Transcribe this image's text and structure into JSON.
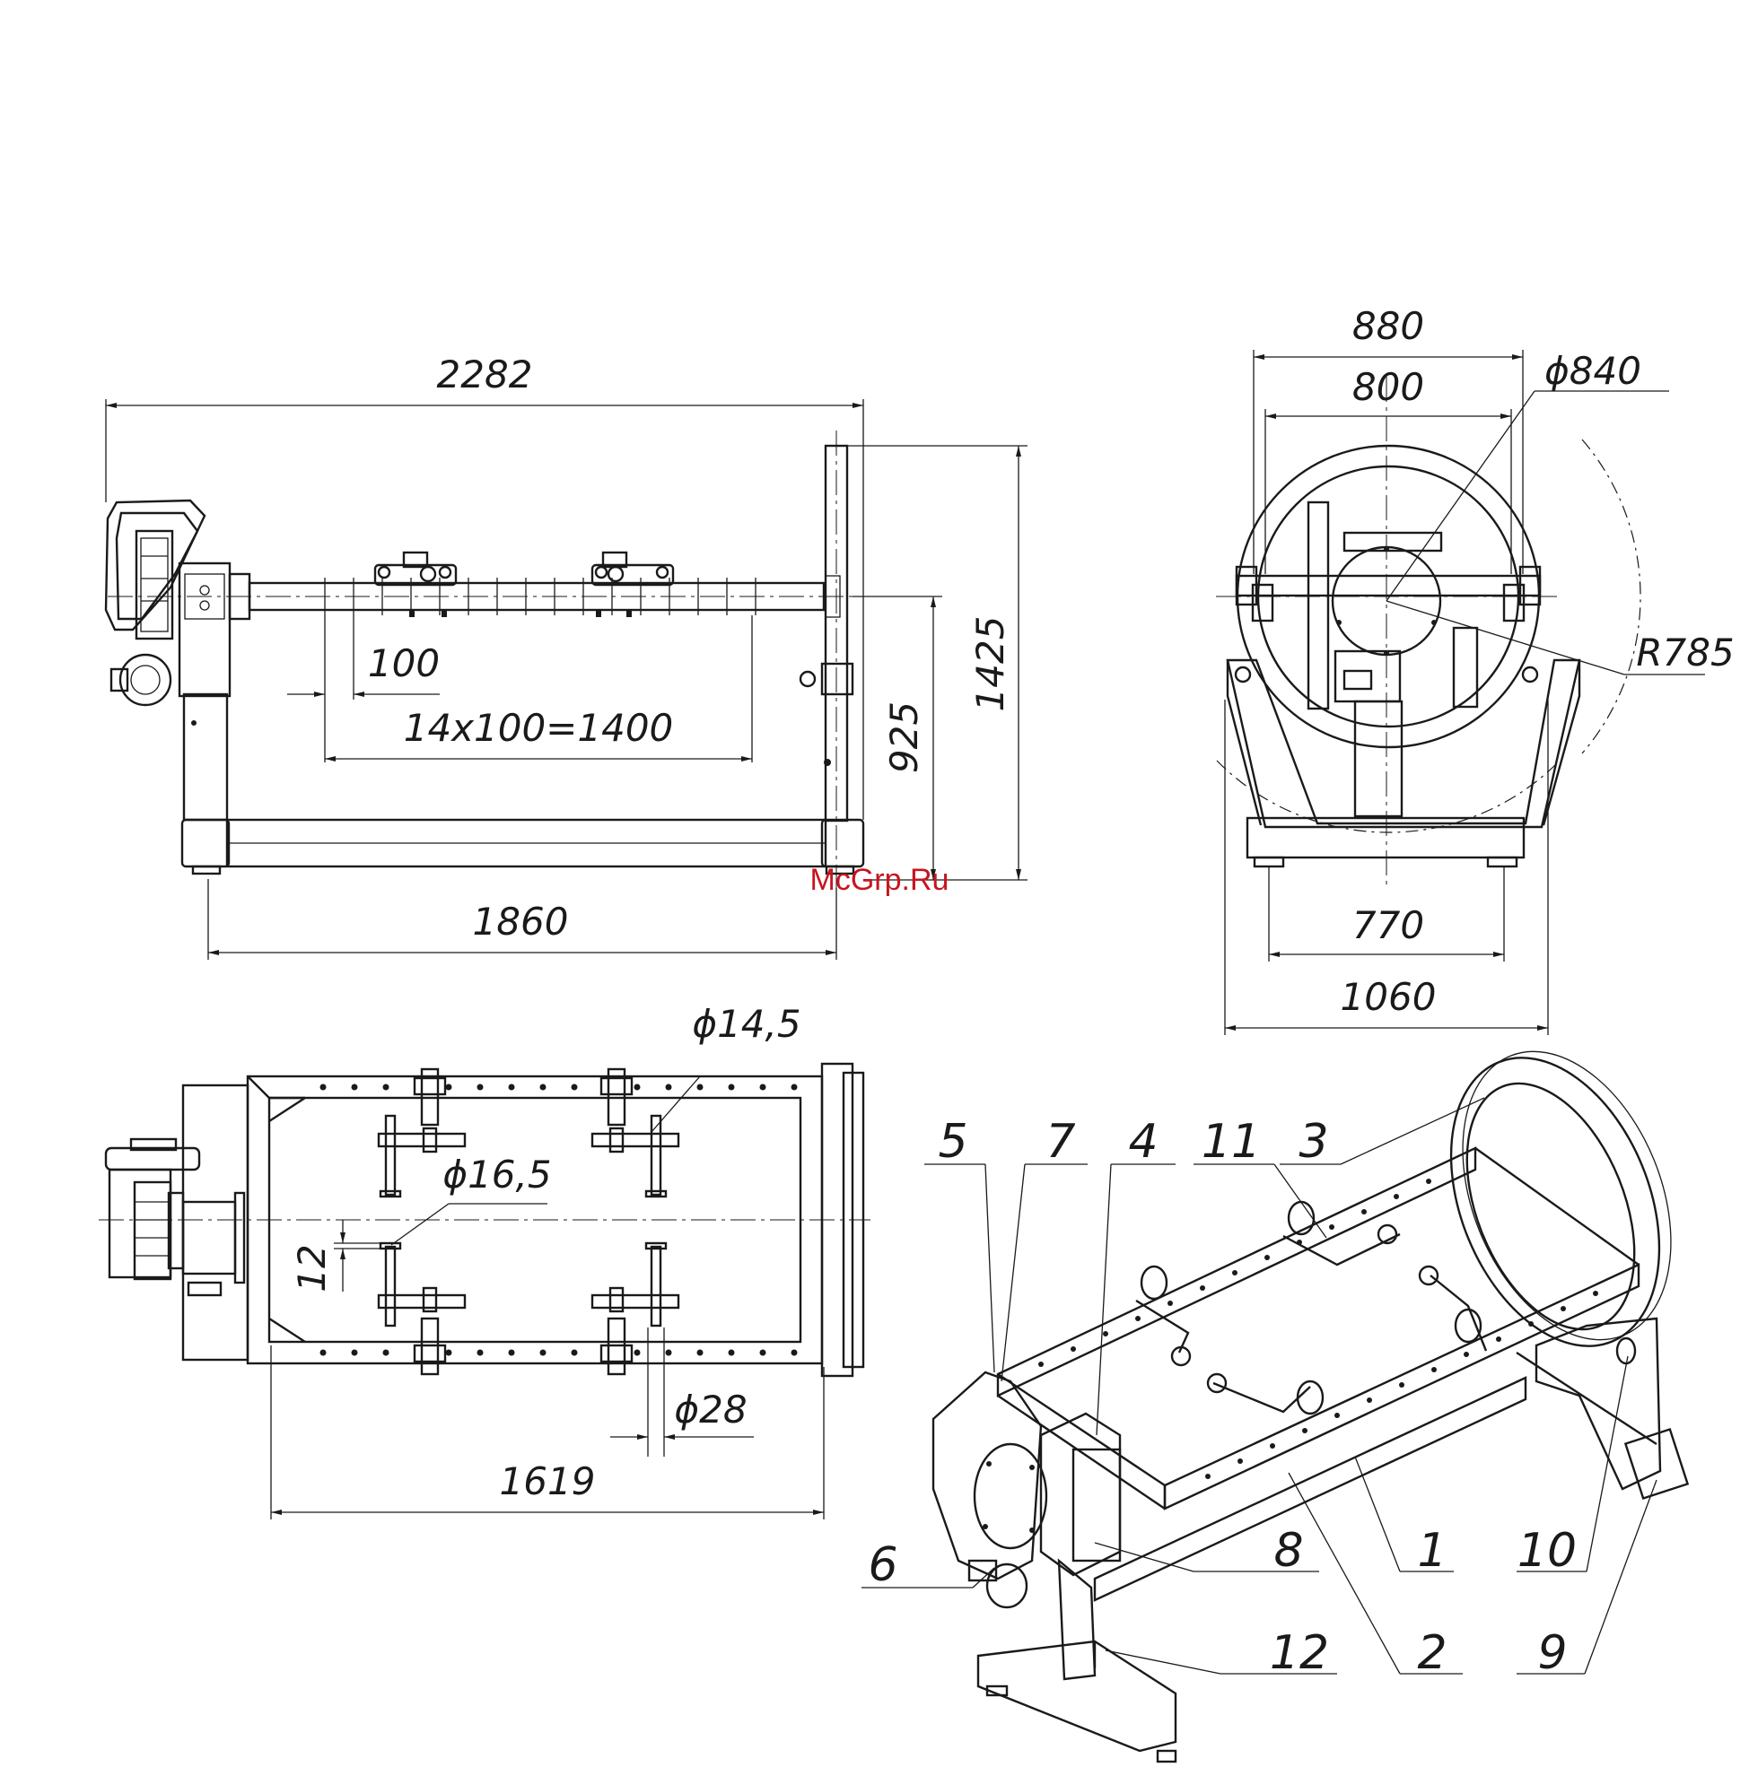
{
  "dimensions": {
    "overall_length": "2282",
    "overall_height": "1425",
    "axis_height": "925",
    "hole_pitch": "100",
    "hole_row": "14x100=1400",
    "base_length": "1860",
    "width_outer": "880",
    "width_inner": "800",
    "ring_diameter": "ϕ840",
    "rotation_radius": "R785",
    "feet_span": "770",
    "base_width": "1060",
    "hole_small": "ϕ14,5",
    "hole_large": "ϕ16,5",
    "offset_12": "12",
    "tube_diameter": "ϕ28",
    "frame_length": "1619"
  },
  "positions": [
    "5",
    "7",
    "4",
    "11",
    "3",
    "6",
    "8",
    "1",
    "10",
    "12",
    "2",
    "9"
  ],
  "watermark": "McGrp.Ru"
}
